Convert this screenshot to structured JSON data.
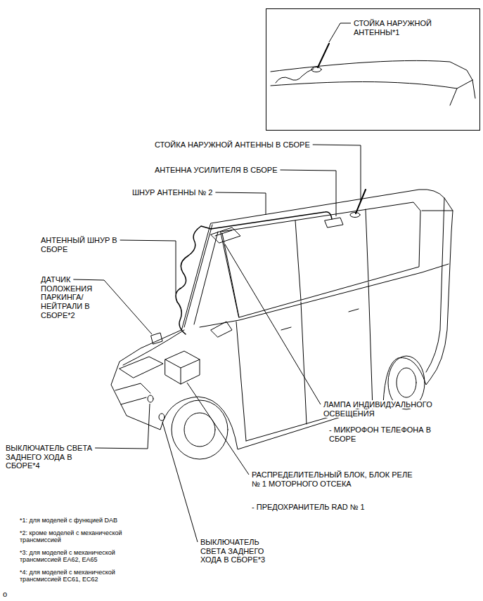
{
  "diagram": {
    "nodes": [
      {
        "text": [
          "СТОЙКА НАРУЖНОЙ АНТЕННЫ*1"
        ]
      }
    ],
    "labels": [
      "СТОЙКА НАРУЖНОЙ АНТЕННЫ В СБОРЕ",
      "АНТЕННА УСИЛИТЕЛЯ В СБОРЕ",
      "ШНУР АНТЕННЫ № 2",
      "АНТЕННЫЙ ШНУР В СБОРЕ",
      "ДАТЧИК ПОЛОЖЕНИЯ ПАРКИНГА/ НЕЙТРАЛИ В СБОРЕ*2",
      "ЛАМПА ИНДИВИДУАЛЬНОГО ОСВЕЩЕНИЯ",
      "- МИКРОФОН ТЕЛЕФОНА В СБОРЕ",
      "ВЫКЛЮЧАТЕЛЬ СВЕТА ЗАДНЕГО ХОДА В СБОРЕ*4",
      "РАСПРЕДЕЛИТЕЛЬНЫЙ БЛОК, БЛОК РЕЛЕ № 1 МОТОРНОГО ОТСЕКА",
      "- ПРЕДОХРАНИТЕЛЬ RAD № 1",
      "*1: для моделей с функцией DAB",
      "*2: кроме моделей с механической трансмиссией",
      "*3: для моделей с механической трансмиссией EA62, EA65",
      "*4: для моделей с механической трансмиссией EC61, EC62",
      "ВЫКЛЮЧАТЕЛЬ СВЕТА ЗАДНЕГО ХОДА В СБОРЕ*3",
      "o"
    ]
  }
}
